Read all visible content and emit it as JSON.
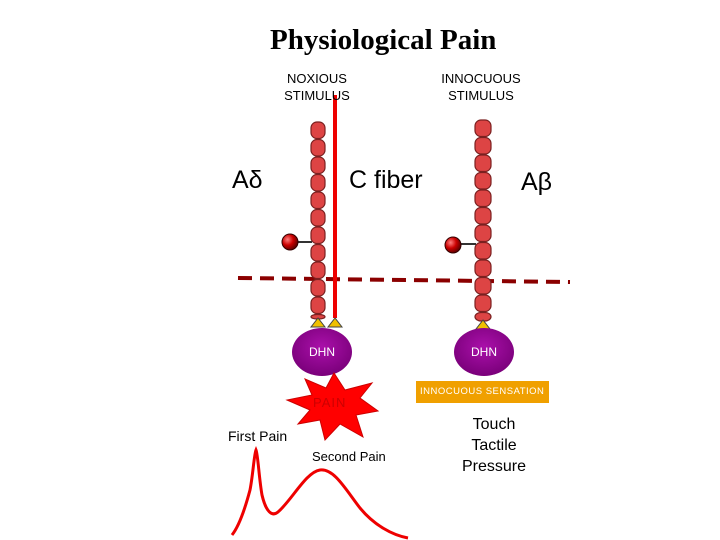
{
  "title": "Physiological Pain",
  "stimuli": {
    "noxious": [
      "NOXIOUS",
      "STIMULUS"
    ],
    "innocuous": [
      "INNOCUOUS",
      "STIMULUS"
    ]
  },
  "fibers": {
    "a_delta": "Aδ",
    "c_fiber": "C fiber",
    "a_beta": "Aβ"
  },
  "dhn_left": "DHN",
  "dhn_right": "DHN",
  "pain_label": "PAIN",
  "innocuous_sensation": "INNOCUOUS SENSATION",
  "first_pain": "First Pain",
  "second_pain": "Second Pain",
  "responses": [
    "Touch",
    "Tactile",
    "Pressure"
  ],
  "colors": {
    "fiber_fill": "#dd4444",
    "fiber_outline": "#7a2020",
    "c_fiber": "#ee0000",
    "dhn": "#880088",
    "dashed_line": "#8b0000",
    "terminal": "#f0c000",
    "soma": "#cc0000",
    "innocuous_box": "#f0a000"
  }
}
